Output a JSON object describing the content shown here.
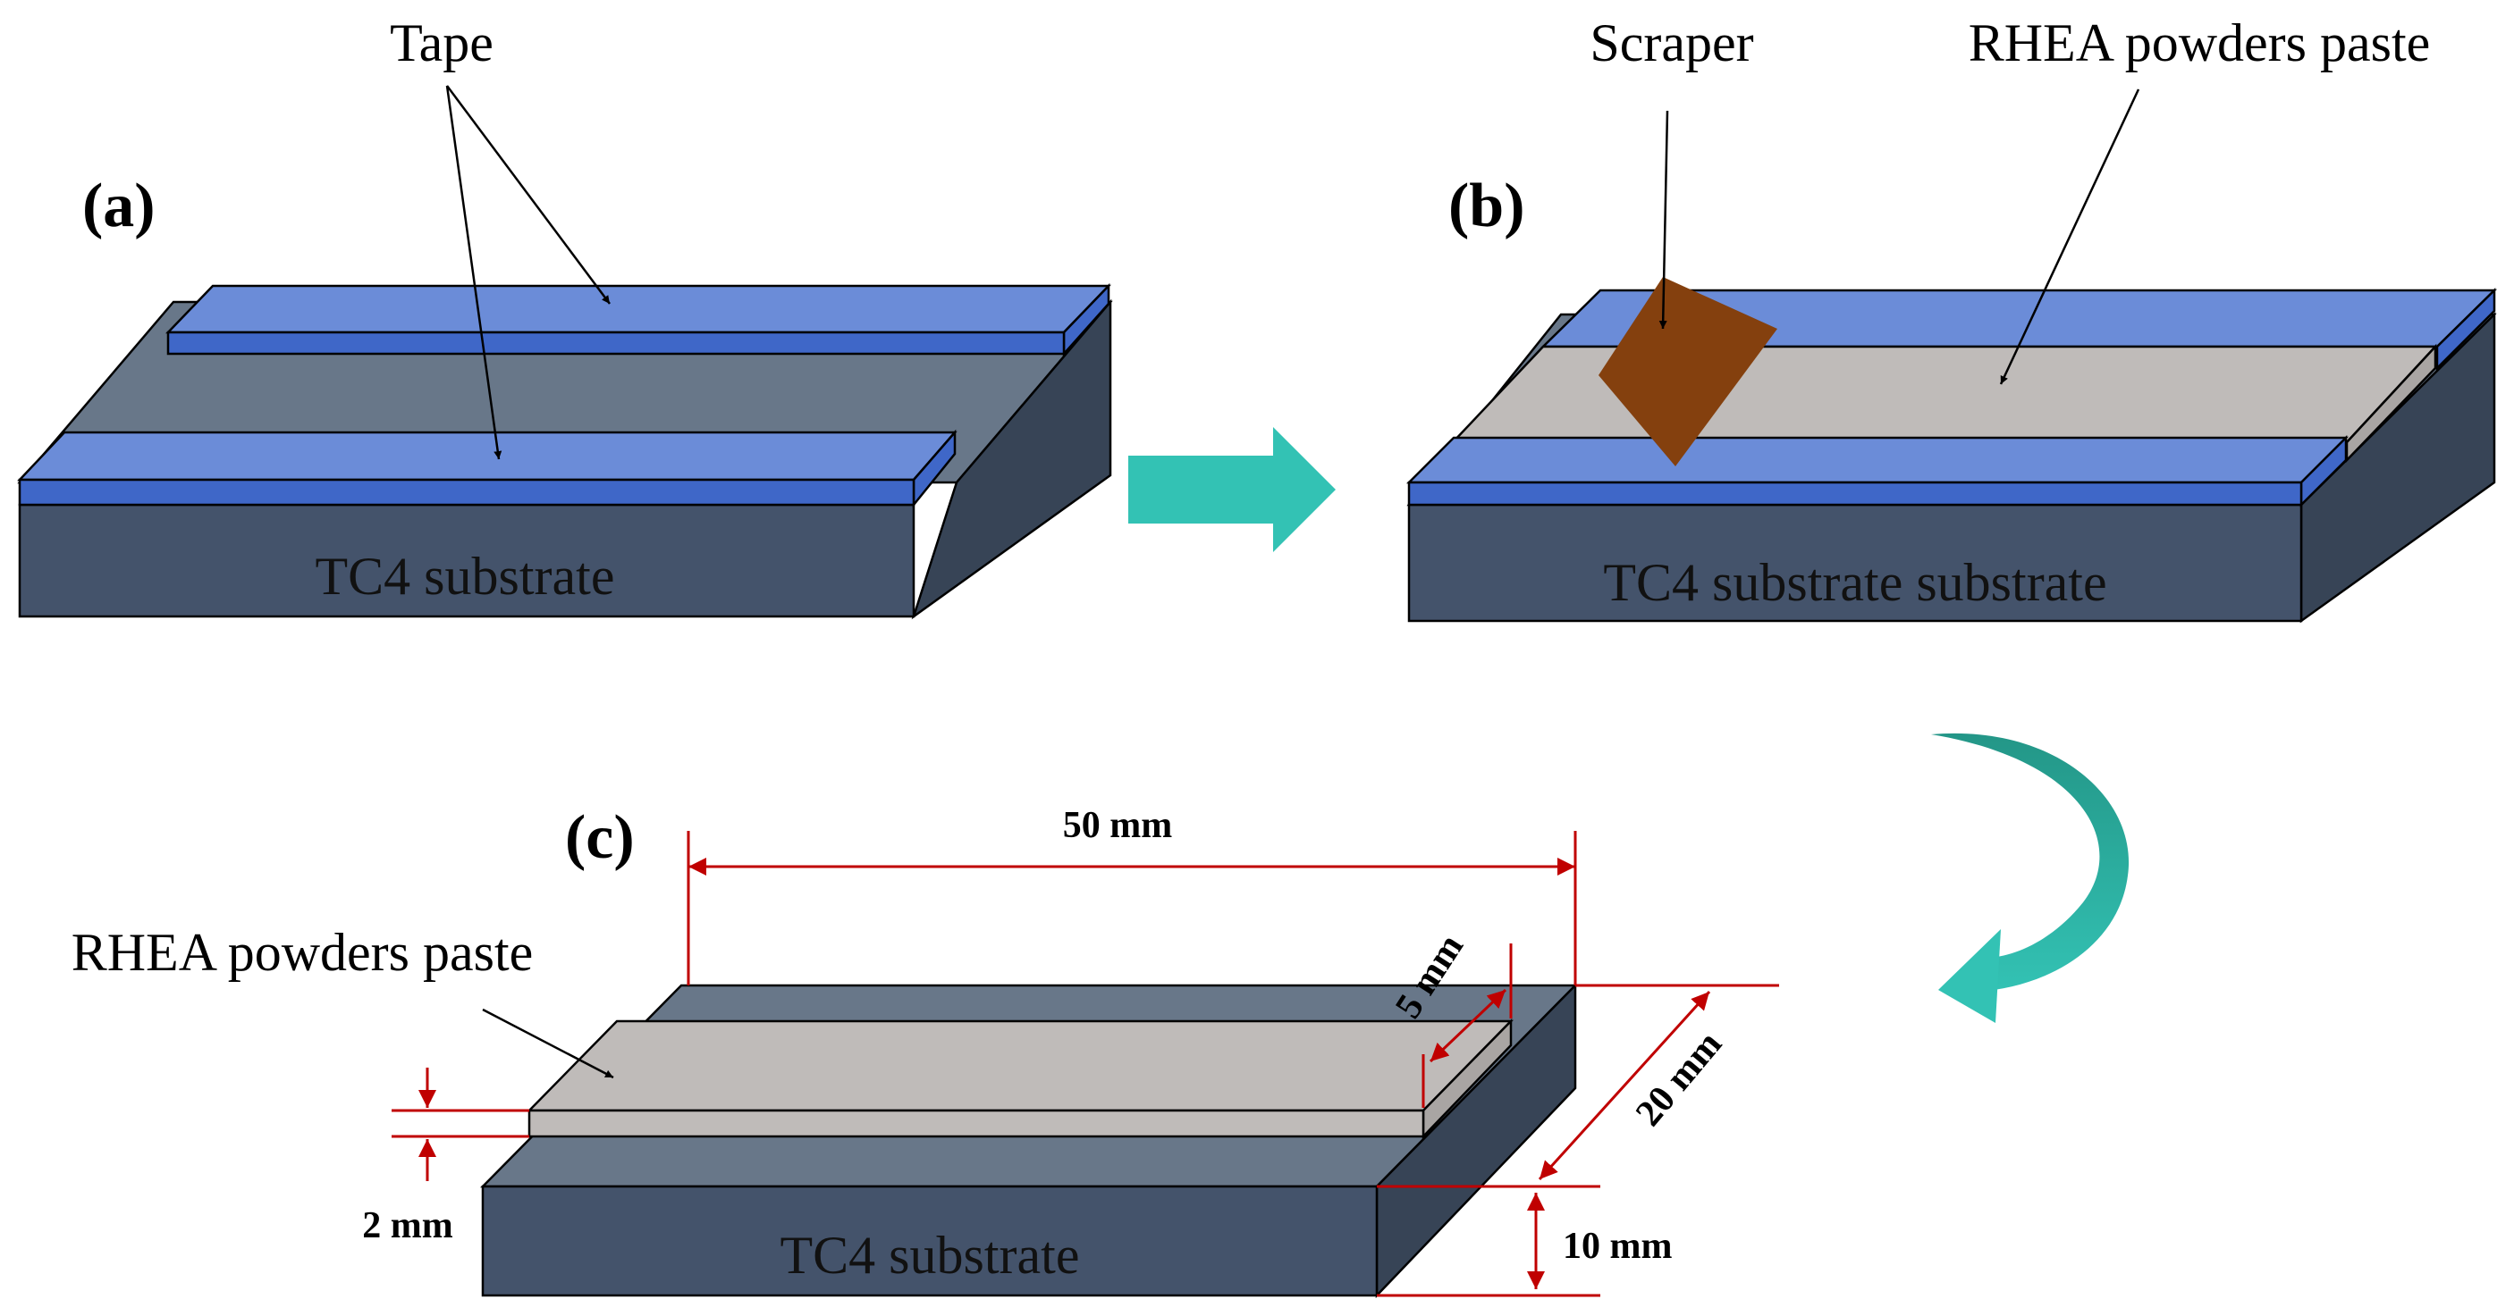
{
  "panel_a": {
    "label": "(a)",
    "tape_label": "Tape",
    "substrate_label": "TC4 substrate"
  },
  "panel_b": {
    "label": "(b)",
    "scraper_label": "Scraper",
    "paste_label": "RHEA powders paste",
    "substrate_label": "TC4 substrate substrate"
  },
  "panel_c": {
    "label": "(c)",
    "paste_label": "RHEA powders paste",
    "substrate_label": "TC4 substrate",
    "dim_length": "50 mm",
    "dim_paste_width": "5 mm",
    "dim_width": "20 mm",
    "dim_thickness": "2 mm",
    "dim_height": "10 mm"
  },
  "colors": {
    "substrate_front": "#44536b",
    "substrate_side": "#374456",
    "substrate_top": "#687789",
    "tape_top": "#6b8cd8",
    "tape_front": "#3f67c8",
    "paste": "#bfbbb9",
    "scraper": "#84400e",
    "arrow": "#33c2b4",
    "dimension": "#c00000"
  }
}
